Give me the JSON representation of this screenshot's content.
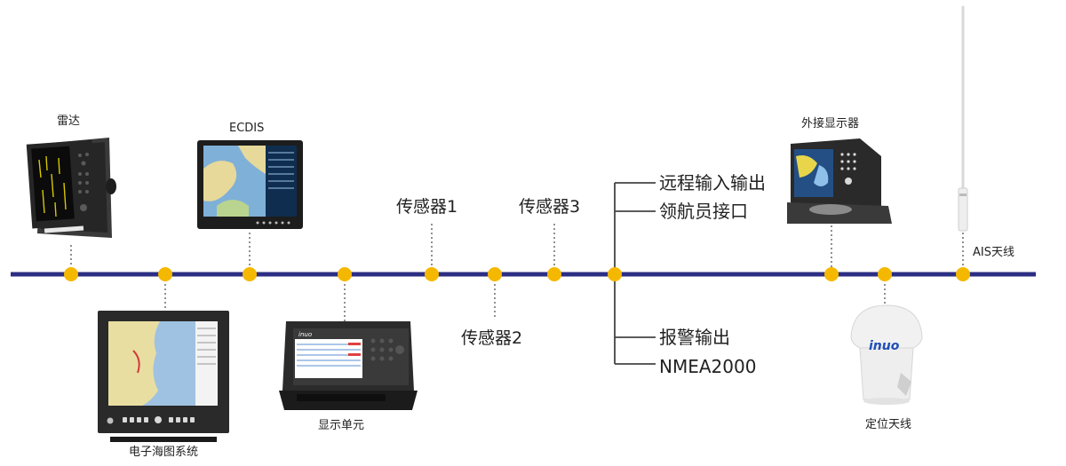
{
  "colors": {
    "bus": "#2b2e82",
    "node": "#f5b800",
    "connector": "#555555",
    "text": "#222222"
  },
  "labels": {
    "radar": "雷达",
    "ecdis": "ECDIS",
    "sensor1": "传感器1",
    "sensor3": "传感器3",
    "remote_io": "远程输入输出",
    "nav_officer": "领航员接口",
    "external_display": "外接显示器",
    "ais_antenna": "AIS天线",
    "ecs": "电子海图系统",
    "display_unit": "显示单元",
    "sensor2": "传感器2",
    "alarm_output": "报警输出",
    "nmea2000": "NMEA2000",
    "gps_antenna": "定位天线"
  },
  "brand": {
    "logo_text": "inuo"
  }
}
